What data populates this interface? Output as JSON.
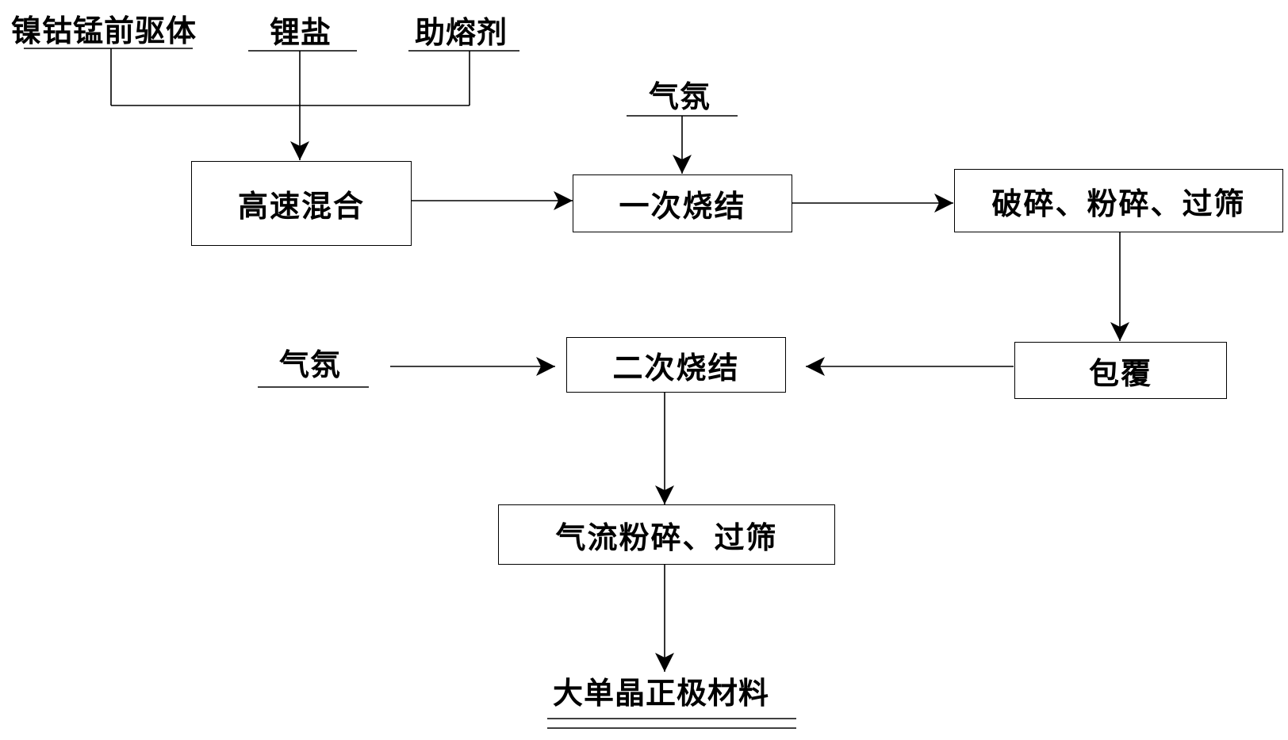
{
  "inputs": {
    "precursor": "镍钴锰前驱体",
    "lithium_salt": "锂盐",
    "flux": "助熔剂",
    "atmosphere_1": "气氛",
    "atmosphere_2": "气氛"
  },
  "steps": {
    "mixing": "高速混合",
    "first_sintering": "一次烧结",
    "crushing": "破碎、粉碎、过筛",
    "coating": "包覆",
    "second_sintering": "二次烧结",
    "jet_milling": "气流粉碎、过筛"
  },
  "output": {
    "product": "大单晶正极材料"
  }
}
